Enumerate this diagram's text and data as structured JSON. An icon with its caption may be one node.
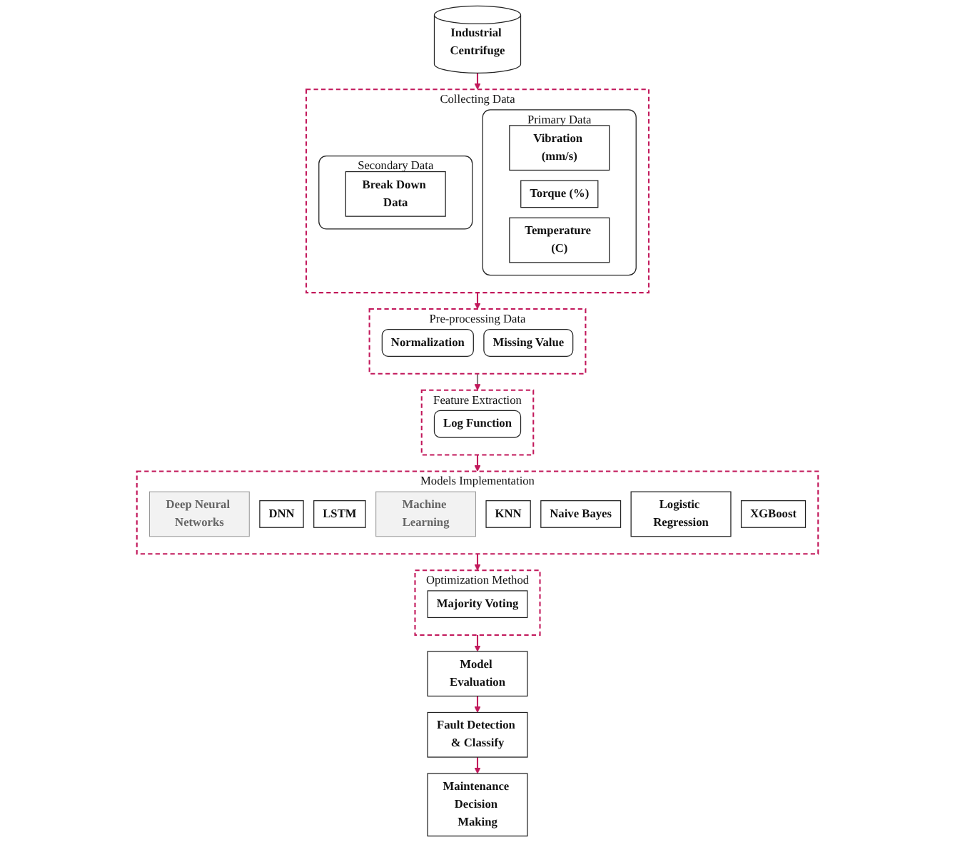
{
  "diagram": {
    "nodes": [
      {
        "text": [
          "Industrial Centrifuge"
        ]
      },
      {
        "text": [
          "Collecting Data"
        ]
      },
      {
        "text": [
          "Primary Data"
        ],
        "in": 1
      },
      {
        "text": [
          "Vibration (mm/s)"
        ],
        "in": 2
      },
      {
        "text": [
          "Torque (%)"
        ],
        "in": 2
      },
      {
        "text": [
          "Temperature (C)"
        ],
        "in": 2
      },
      {
        "text": [
          "Secondary Data"
        ],
        "in": 1
      },
      {
        "text": [
          "Break Down Data"
        ],
        "in": 6
      },
      {
        "text": [
          "Pre-processing Data"
        ]
      },
      {
        "text": [
          "Normalization"
        ],
        "in": 8
      },
      {
        "text": [
          "Missing Value"
        ],
        "in": 8
      },
      {
        "text": [
          "Feature Extraction"
        ]
      },
      {
        "text": [
          "Log Function"
        ],
        "in": 11
      },
      {
        "text": [
          "Models Implementation"
        ]
      },
      {
        "text": [
          "Deep Neural Networks"
        ],
        "in": 13
      },
      {
        "text": [
          "DNN"
        ],
        "in": 13
      },
      {
        "text": [
          "LSTM"
        ],
        "in": 13
      },
      {
        "text": [
          "Machine Learning"
        ],
        "in": 13
      },
      {
        "text": [
          "KNN"
        ],
        "in": 13
      },
      {
        "text": [
          "Naive Bayes"
        ],
        "in": 13
      },
      {
        "text": [
          "Logistic Regression"
        ],
        "in": 13
      },
      {
        "text": [
          "XGBoost"
        ],
        "in": 13
      },
      {
        "text": [
          "Optimization Method"
        ]
      },
      {
        "text": [
          "Majority Voting"
        ],
        "in": 22
      },
      {
        "text": [
          "Model Evaluation"
        ]
      },
      {
        "text": [
          "Fault Detection & Classify"
        ]
      },
      {
        "text": [
          "Maintenance Decision Making"
        ]
      }
    ],
    "edges": [
      {
        "from": 0,
        "to": 1,
        "arrow": "to"
      },
      {
        "from": 1,
        "to": 8,
        "arrow": "to"
      },
      {
        "from": 8,
        "to": 11,
        "arrow": "to",
        "color": "#808080"
      },
      {
        "from": 11,
        "to": 13,
        "arrow": "to"
      },
      {
        "from": 13,
        "to": 22,
        "arrow": "to"
      },
      {
        "from": 22,
        "to": 24,
        "arrow": "to"
      },
      {
        "from": 24,
        "to": 25,
        "arrow": "to"
      },
      {
        "from": 25,
        "to": 26,
        "arrow": "to"
      }
    ]
  }
}
